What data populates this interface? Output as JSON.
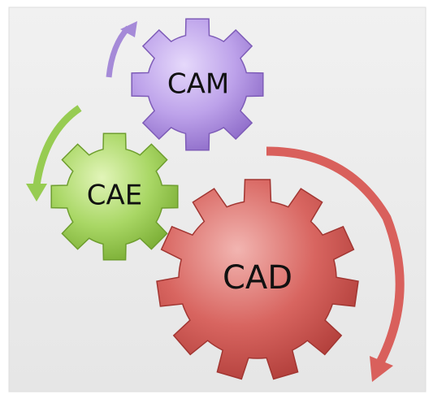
{
  "gears": [
    {
      "id": "cam",
      "label": "CAM",
      "color": "#b79be6"
    },
    {
      "id": "cae",
      "label": "CAE",
      "color": "#a4d45c"
    },
    {
      "id": "cad",
      "label": "CAD",
      "color": "#d8605c"
    }
  ],
  "colors": {
    "background": "#ededed",
    "arrow_purple": "#a58ad8",
    "arrow_green": "#97cc52",
    "arrow_red": "#d9605c"
  }
}
